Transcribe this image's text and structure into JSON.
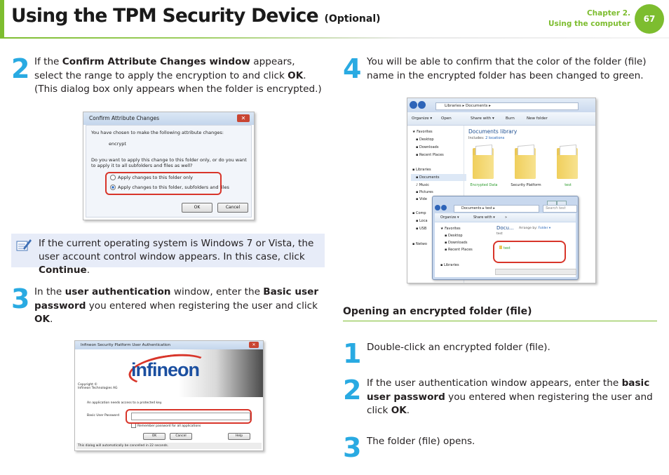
{
  "header": {
    "title": "Using the TPM Security Device",
    "title_suffix": "(Optional)",
    "chapter": "Chapter 2.",
    "chapter_sub": "Using the computer",
    "page_number": "67"
  },
  "colors": {
    "accent_green": "#7dbd2f",
    "step_blue": "#29aae2",
    "highlight_red": "#d8352a"
  },
  "left": {
    "step2": {
      "num": "2",
      "t1": "If the ",
      "b1": "Confirm Attribute Changes window",
      "t2": " appears, select the range to apply the encryption to and click ",
      "b2": "OK",
      "t3": ".",
      "t4": "(This dialog box only appears when the folder is encrypted.)"
    },
    "dialog1": {
      "title": "Confirm Attribute Changes",
      "close": "✕",
      "line1": "You have chosen to make the following attribute changes:",
      "line2": "encrypt",
      "line3": "Do you want to apply this change to this folder only, or do you want to apply it to all subfolders and files as well?",
      "opt1": "Apply changes to this folder only",
      "opt2": "Apply changes to this folder, subfolders and files",
      "ok": "OK",
      "cancel": "Cancel"
    },
    "note": {
      "t1": "If the current operating system is Windows 7 or Vista, the user account control window appears. In this case, click ",
      "b1": "Continue",
      "t2": "."
    },
    "step3": {
      "num": "3",
      "t1": "In the ",
      "b1": "user authentication",
      "t2": " window, enter the ",
      "b2": "Basic user password",
      "t3": " you entered when registering the user and click ",
      "b3": "OK",
      "t4": "."
    },
    "dialog2": {
      "title": "Infineon Security Platform User Authentication",
      "logo": "infineon",
      "copyright1": "Copyright ©",
      "copyright2": "Infineon Technologies AG",
      "line1": "An application needs access to a protected key.",
      "field_label": "Basic User Password",
      "remember": "Remember password for all applications",
      "ok": "OK",
      "cancel": "Cancel",
      "help": "Help",
      "footer": "This dialog will automatically be cancelled in 22 seconds."
    }
  },
  "right": {
    "step4": {
      "num": "4",
      "t1": "You will be able to confirm that the color of the folder (file) name in the encrypted folder has been changed to green."
    },
    "explorer": {
      "breadcrumb1": "Libraries",
      "breadcrumb2": "Documents",
      "toolbar": [
        "Organize ▾",
        "Open",
        "Share with ▾",
        "Burn",
        "New folder"
      ],
      "nav": [
        "Favorites",
        "Desktop",
        "Downloads",
        "Recent Places",
        "Libraries",
        "Documents",
        "Music",
        "Pictures",
        "Vide",
        "Comp",
        "Loca",
        "USB",
        "Netwo"
      ],
      "lib_title": "Documents library",
      "includes_label": "Includes:",
      "includes_link": "2 locations",
      "folders": [
        "Encrypted Data",
        "Security Platform",
        "test"
      ],
      "inner": {
        "breadcrumb1": "Documents",
        "breadcrumb2": "test",
        "search": "Search test",
        "toolbar": [
          "Organize ▾",
          "Share with ▾",
          "»"
        ],
        "nav": [
          "Favorites",
          "Desktop",
          "Downloads",
          "Recent Places",
          "Libraries"
        ],
        "docu": "Docu...",
        "arrange": "Arrange by:",
        "arrange_val": "Folder ▾",
        "sub": "test",
        "file": "test"
      }
    },
    "section": {
      "heading": "Opening an encrypted folder (file)",
      "s1_num": "1",
      "s1": "Double-click an encrypted folder (file).",
      "s2_num": "2",
      "s2_t1": "If the user authentication window appears, enter the ",
      "s2_b1": "basic user password",
      "s2_t2": " you entered when registering the user and click ",
      "s2_b2": "OK",
      "s2_t3": ".",
      "s3_num": "3",
      "s3": "The folder (file) opens."
    }
  }
}
